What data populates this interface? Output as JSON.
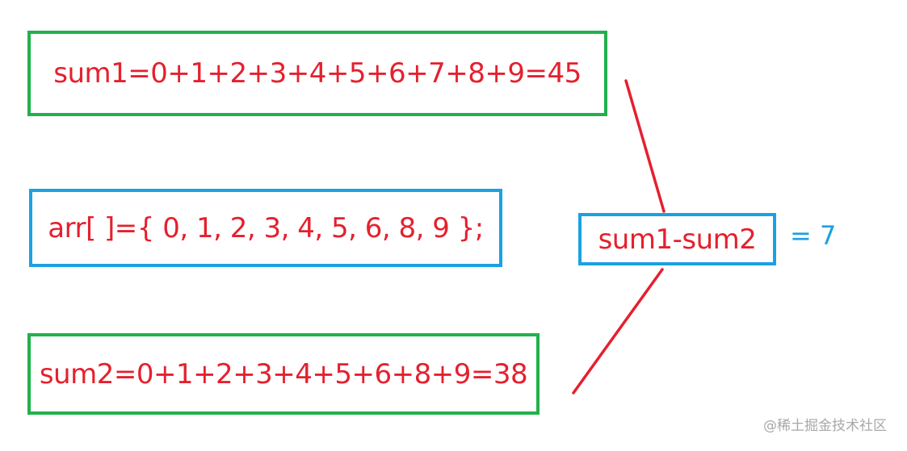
{
  "colors": {
    "text_red": "#e5202e",
    "border_green": "#22b04c",
    "border_blue": "#1ba1e2",
    "line_red": "#e5202e",
    "result_blue": "#1ba1e2",
    "watermark_gray": "#a8a8a8"
  },
  "boxes": {
    "sum1": "sum1=0+1+2+3+4+5+6+7+8+9=45",
    "arr": "arr[ ]={ 0, 1, 2, 3, 4, 5, 6, 8, 9 };",
    "sum2": "sum2=0+1+2+3+4+5+6+8+9=38",
    "diff": "sum1-sum2"
  },
  "result": "= 7",
  "watermark": "@稀土掘金技术社区"
}
